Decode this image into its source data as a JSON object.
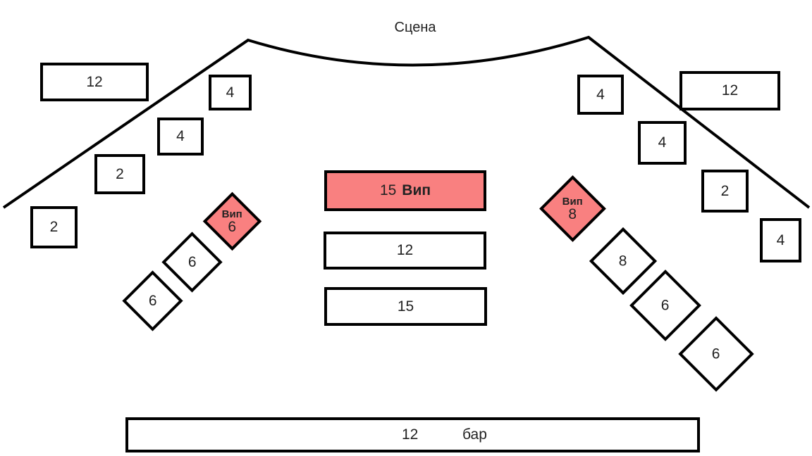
{
  "stage": {
    "label": "Сцена"
  },
  "rect_tables": {
    "left_top_12": "12",
    "left_4": "4",
    "left_4b": "4",
    "left_2": "2",
    "left_2b": "2",
    "center_vip_seats": "15",
    "center_vip_label": "Вип",
    "center_12": "12",
    "center_15": "15",
    "right_4": "4",
    "right_12": "12",
    "right_4b": "4",
    "right_2": "2",
    "right_4c": "4",
    "bar_seats": "12",
    "bar_label": "бар"
  },
  "diamond_tables": {
    "left_vip_label": "Вип",
    "left_vip_seats": "6",
    "left_6": "6",
    "left_6b": "6",
    "right_vip_label": "Вип",
    "right_vip_seats": "8",
    "right_8": "8",
    "right_6": "6",
    "right_6b": "6"
  },
  "colors": {
    "vip": "#f98080",
    "outline": "#000000"
  }
}
